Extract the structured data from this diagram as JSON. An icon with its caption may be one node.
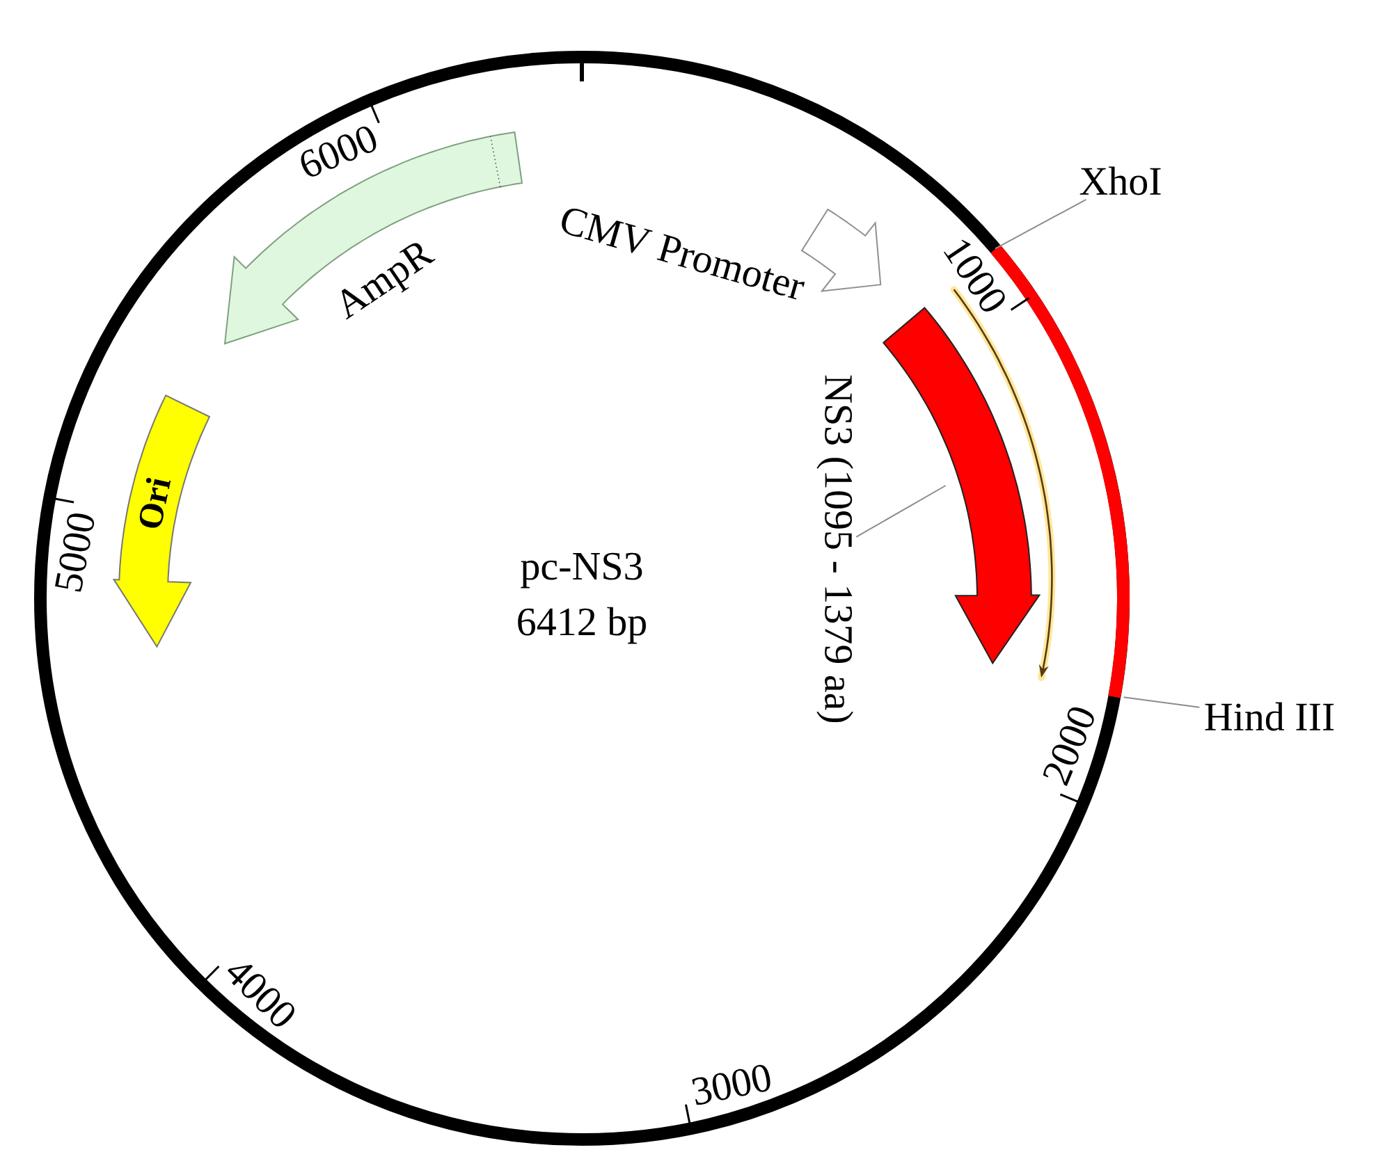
{
  "diagram": {
    "nodes": [
      {
        "text": [
          "pc-NS3",
          "6412 bp"
        ]
      },
      {
        "text": [
          "AmpR"
        ],
        "in": 0
      },
      {
        "text": [
          "CMV Promoter"
        ],
        "in": 0
      },
      {
        "text": [
          "XhoI"
        ]
      },
      {
        "text": [],
        "shape": "arc",
        "in": 0
      },
      {
        "text": [
          "NS3 (1095 - 1379 aa)"
        ],
        "in": 0
      },
      {
        "text": [],
        "shape": "arrow",
        "in": 0
      },
      {
        "text": [],
        "shape": "arrow",
        "in": 0
      },
      {
        "text": [
          "Ori"
        ],
        "in": 0
      },
      {
        "text": [
          "Hind III"
        ]
      }
    ],
    "edges": [
      {
        "from": 3,
        "to": 4,
        "arrow": "none"
      },
      {
        "from": 5,
        "to": 6,
        "arrow": "none"
      },
      {
        "from": 9,
        "to": 4,
        "arrow": "none"
      }
    ],
    "labels": [
      "1000",
      "2000",
      "3000",
      "4000",
      "5000",
      "6000"
    ]
  }
}
